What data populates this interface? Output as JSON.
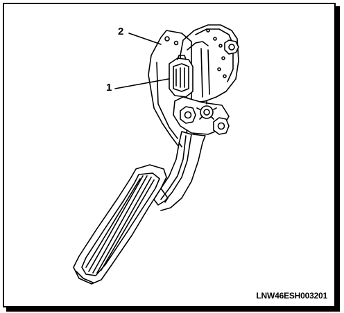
{
  "callouts": [
    {
      "label": "1",
      "target": "connector"
    },
    {
      "label": "2",
      "target": "mounting-bracket"
    }
  ],
  "reference_code": "LNW46ESH003201",
  "colors": {
    "line": "#000000",
    "background": "#ffffff"
  }
}
